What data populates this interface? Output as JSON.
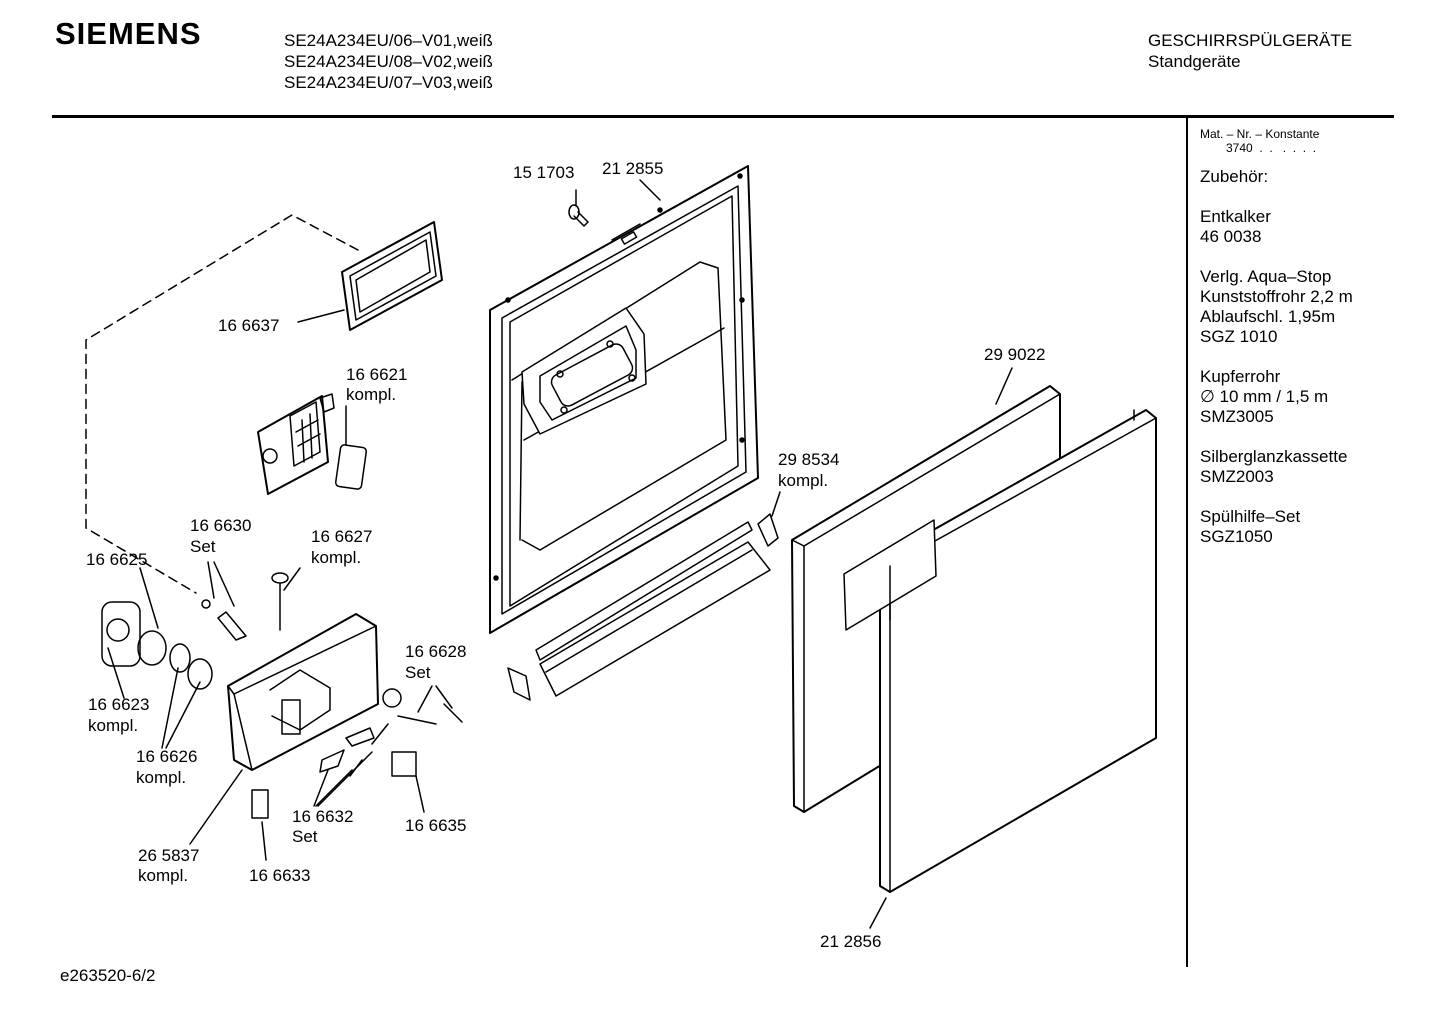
{
  "header": {
    "brand": "SIEMENS",
    "models": [
      "SE24A234EU/06–V01,weiß",
      "SE24A234EU/08–V02,weiß",
      "SE24A234EU/07–V03,weiß"
    ],
    "category": "GESCHIRRSPÜLGERÄTE",
    "subcategory": "Standgeräte"
  },
  "sidebar": {
    "mat_label": "Mat. – Nr. – Konstante",
    "mat_value": "3740  .  .   .  .  .  .",
    "accessories_title": "Zubehör:",
    "groups": [
      {
        "lines": [
          "Entkalker",
          "46 0038"
        ]
      },
      {
        "lines": [
          "Verlg. Aqua–Stop",
          "Kunststoffrohr 2,2 m",
          "Ablaufschl. 1,95m",
          "SGZ 1010"
        ]
      },
      {
        "lines": [
          "Kupferrohr",
          "∅ 10 mm / 1,5 m",
          "SMZ3005"
        ]
      },
      {
        "lines": [
          "Silberglanzkassette",
          "SMZ2003"
        ]
      },
      {
        "lines": [
          "Spülhilfe–Set",
          "SGZ1050"
        ]
      }
    ]
  },
  "parts": {
    "p151703": "15 1703",
    "p212855": "21 2855",
    "p166637": "16 6637",
    "p166621": "16 6621",
    "p166621_note": "kompl.",
    "p299022": "29 9022",
    "p298534": "29 8534",
    "p298534_note": "kompl.",
    "p166630": "16 6630",
    "p166630_note": "Set",
    "p166627": "16 6627",
    "p166627_note": "kompl.",
    "p166625": "16 6625",
    "p166628": "16 6628",
    "p166628_note": "Set",
    "p166623": "16 6623",
    "p166623_note": "kompl.",
    "p166626": "16 6626",
    "p166626_note": "kompl.",
    "p166632": "16 6632",
    "p166632_note": "Set",
    "p166635": "16 6635",
    "p265837": "26 5837",
    "p265837_note": "kompl.",
    "p166633": "16 6633",
    "p212856": "21 2856"
  },
  "footer": {
    "code": "e263520-6/2"
  }
}
